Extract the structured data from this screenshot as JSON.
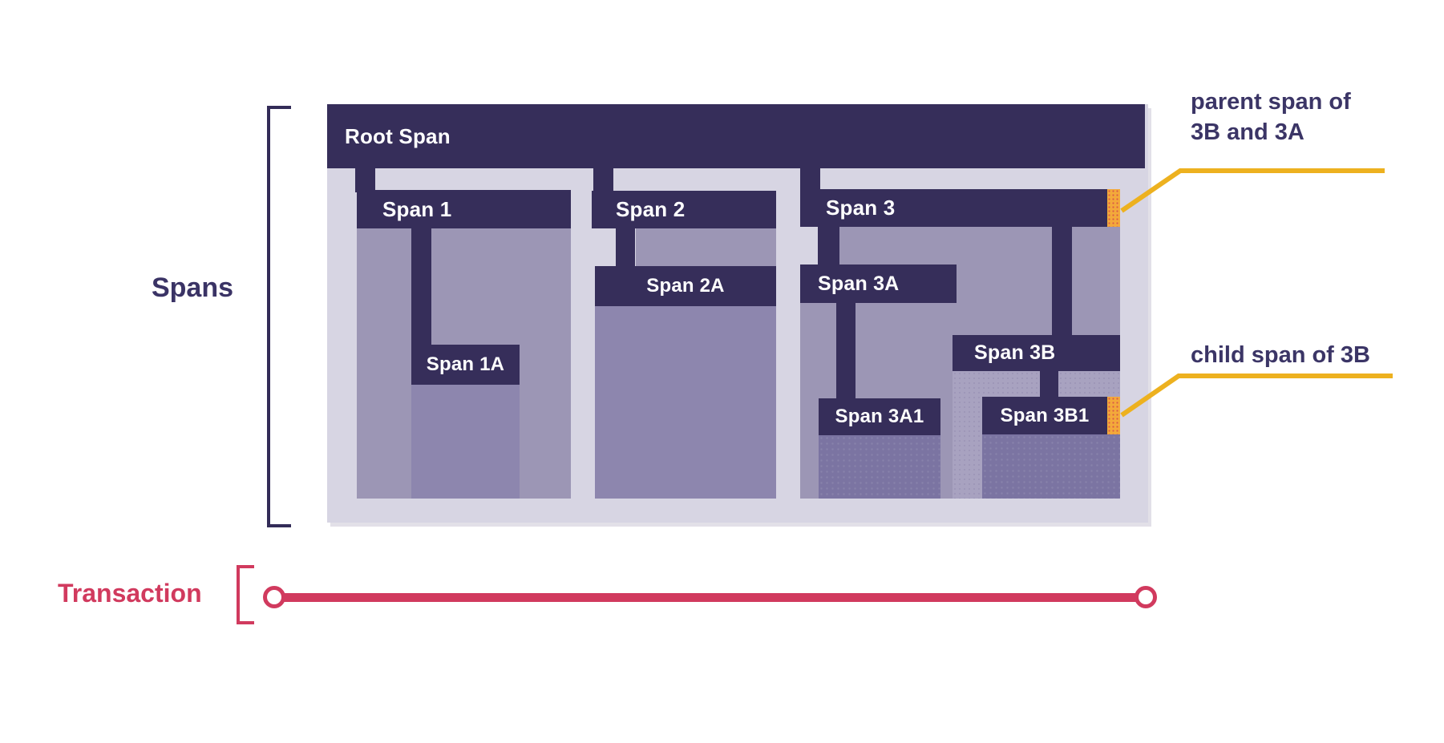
{
  "diagram": {
    "left_labels": {
      "spans": "Spans",
      "transaction": "Transaction"
    },
    "spans": {
      "root": "Root Span",
      "span1": "Span 1",
      "span1a": "Span 1A",
      "span2": "Span 2",
      "span2a": "Span 2A",
      "span3": "Span 3",
      "span3a": "Span 3A",
      "span3a1": "Span 3A1",
      "span3b": "Span 3B",
      "span3b1": "Span 3B1"
    },
    "annotations": {
      "parent_line1": "parent span of",
      "parent_line2": "3B and 3A",
      "child": "child span of 3B"
    },
    "colors": {
      "bar_dark": "#362e5a",
      "track_lavender": "#d7d5e3",
      "body_medium": "#9c96b5",
      "body_dark": "#8d86ae",
      "body_darker": "#7b74a2",
      "strip_light": "#a8a2c0",
      "highlight_orange": "#f3a93a",
      "annotation_yellow": "#edb11f",
      "annotation_navy": "#3b3566",
      "transaction_red": "#d13a5e"
    }
  }
}
